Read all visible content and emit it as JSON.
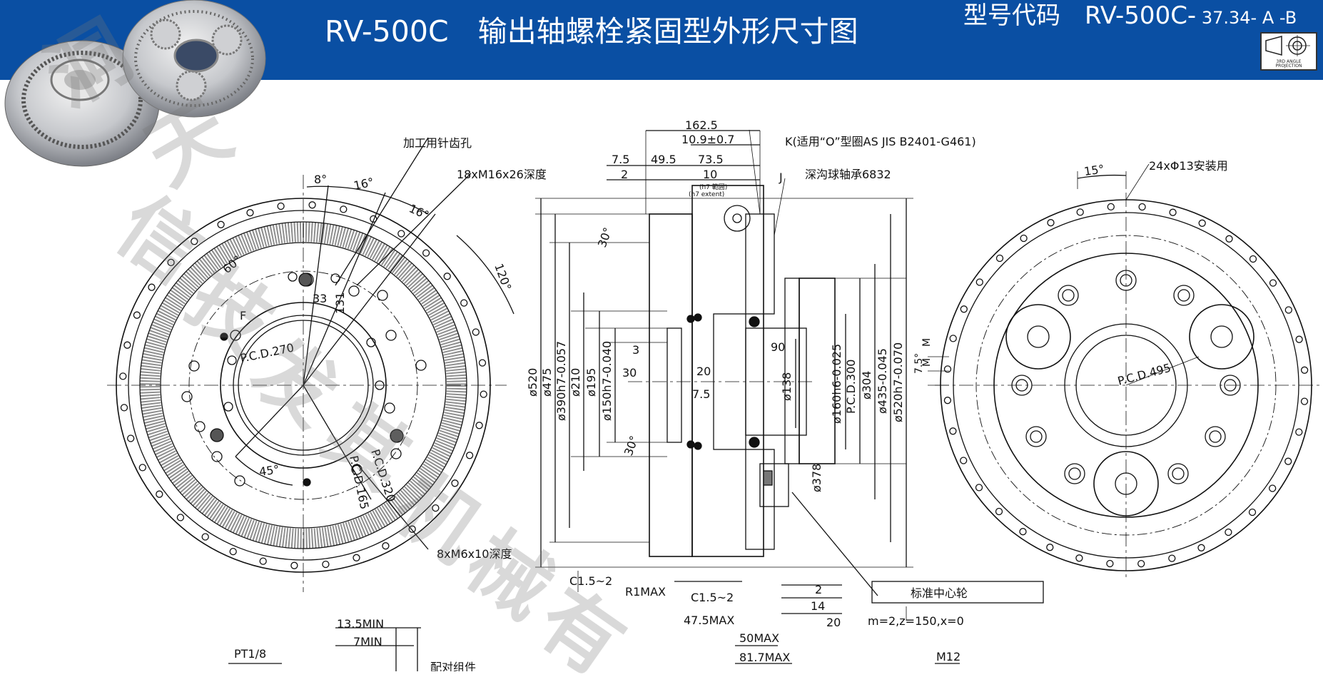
{
  "header": {
    "title": "RV-500C　输出轴螺栓紧固型外形尺寸图",
    "model_prefix": "型号代码　RV-500C-",
    "model_suffix": " 37.34- A -B",
    "projection_label": "3RD ANGLE\nPROJECTION",
    "color": "#0a4fa3"
  },
  "left_view": {
    "labels": {
      "pin_hole": "加工用针齿孔",
      "tap_m16": "18xM16x26深度",
      "tap_m6": "8xM6x10深度",
      "angle_8": "8°",
      "angle_16a": "16°",
      "angle_16b": "16°",
      "angle_120": "120°",
      "angle_60": "60°",
      "angle_45": "45°",
      "dim_33": "33",
      "dim_131": "131",
      "letter_f": "F",
      "pcd_270": "P.C.D.270",
      "pcd_320": "P.C.D.320",
      "pcd_165": "P.C.D.165"
    }
  },
  "center_view": {
    "labels": {
      "w_162_5": "162.5",
      "w_10_9": "10.9±0.7",
      "w_7_5": "7.5",
      "w_49_5": "49.5",
      "w_73_5": "73.5",
      "w_2": "2",
      "w_10": "10",
      "h7_note": "(h7 範囲)",
      "h7_extent": "(h7 extent)",
      "k_note": "K(适用“O”型圈AS JIS B2401-G461)",
      "j": "J",
      "bearing": "深沟球轴承6832",
      "angle_30a": "30°",
      "angle_30b": "30°",
      "d520": "ø520",
      "d475": "ø475",
      "d390": "ø390h7-0.057",
      "d210": "ø210",
      "d195": "ø195",
      "d150": "ø150h7-0.040",
      "d3": "3",
      "d30": "30",
      "d20": "20",
      "d7_5": "7.5",
      "d90": "90",
      "d138": "ø138",
      "d160": "ø160h6-0.025",
      "pcd300": "P.C.D.300",
      "d304": "ø304",
      "d435": "ø435-0.045",
      "d520b": "ø520h7-0.070",
      "d378": "ø378",
      "c15a": "C1.5~2",
      "r1": "R1MAX",
      "c15b": "C1.5~2",
      "w_47_5": "47.5MAX",
      "w_2b": "2",
      "w_14": "14",
      "w_20": "20",
      "w_50": "50MAX",
      "w_81_7": "81.7MAX",
      "center_gear": "标准中心轮",
      "gear_spec": "m=2,z=150,x=0"
    }
  },
  "right_view": {
    "labels": {
      "angle_15": "15°",
      "mount_holes": "24xΦ13安装用",
      "pcd_495": "P.C.D.495",
      "m_label": "M",
      "m_label2": "M",
      "angle_7_5": "7.5°"
    }
  },
  "bottom": {
    "labels": {
      "min_13_5": "13.5MIN",
      "min_7": "7MIN",
      "pt1_8": "PT1/8",
      "m12": "M12",
      "mating": "配对组件"
    }
  },
  "watermark": [
    "洞",
    "天",
    "信",
    "技",
    "发",
    "其",
    "机",
    "械",
    "有"
  ]
}
